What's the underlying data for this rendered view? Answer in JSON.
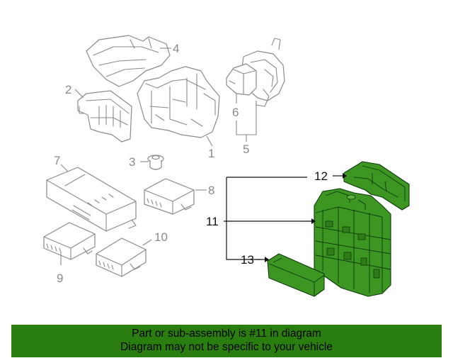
{
  "colors": {
    "banner_bg": "#2a7d0f",
    "highlight_part": "#3d9622",
    "highlight_part_dark": "#2f7d18",
    "part_outline": "#8a8a8a"
  },
  "callouts": [
    "1",
    "2",
    "3",
    "4",
    "5",
    "6",
    "7",
    "8",
    "9",
    "10",
    "11",
    "12",
    "13"
  ],
  "highlighted_callouts": [
    "11",
    "12",
    "13"
  ],
  "banner": {
    "line1": "Part or sub-assembly is #11 in diagram",
    "line2": "Diagram may not be specific to your vehicle"
  }
}
